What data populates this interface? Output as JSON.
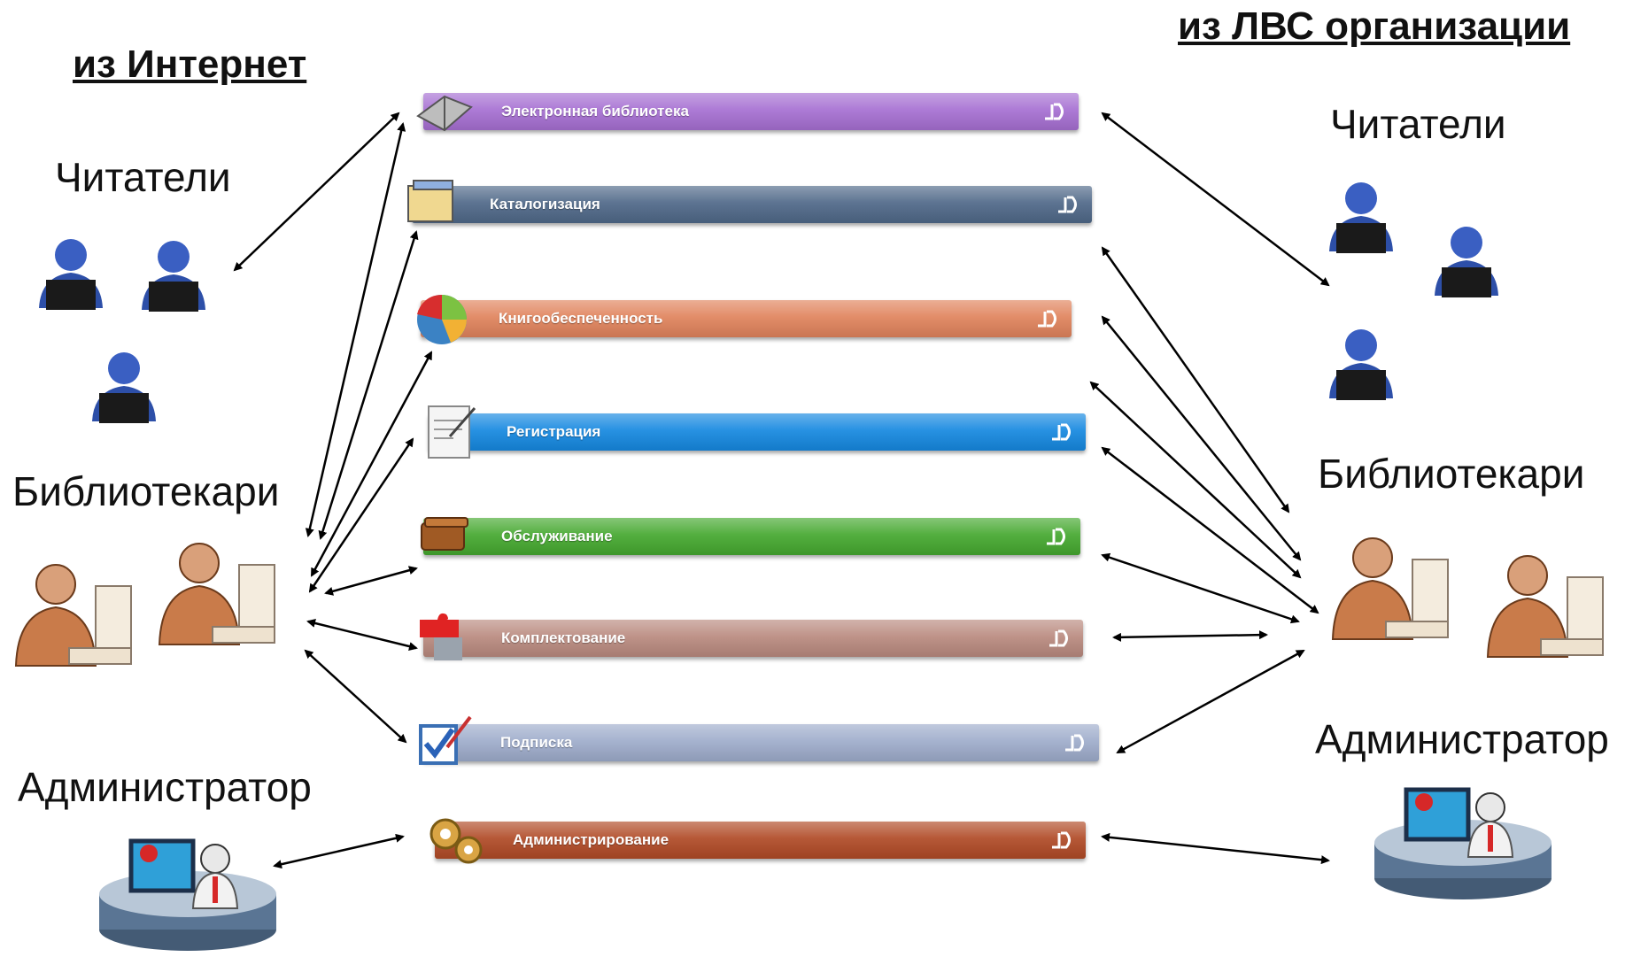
{
  "left_header": "из Интернет",
  "right_header": "из ЛВС организации",
  "left_groups": {
    "readers": "Читатели",
    "librarians": "Библиотекари",
    "admin": "Администратор"
  },
  "right_groups": {
    "readers": "Читатели",
    "librarians": "Библиотекари",
    "admin": "Администратор"
  },
  "modules": [
    {
      "label": "Электронная библиотека",
      "color": "#a66fd2",
      "icon": "book-icon"
    },
    {
      "label": "Каталогизация",
      "color": "#4f6888",
      "icon": "card-catalog-icon"
    },
    {
      "label": "Книгообеспеченность",
      "color": "#e0835c",
      "icon": "pie-chart-icon"
    },
    {
      "label": "Регистрация",
      "color": "#1588e0",
      "icon": "registration-form-icon"
    },
    {
      "label": "Обслуживание",
      "color": "#45a82f",
      "icon": "books-icon"
    },
    {
      "label": "Комплектование",
      "color": "#b98a7f",
      "icon": "puzzle-icon"
    },
    {
      "label": "Подписка",
      "color": "#9eaccb",
      "icon": "checklist-icon"
    },
    {
      "label": "Администрирование",
      "color": "#b04a26",
      "icon": "gears-icon"
    }
  ]
}
